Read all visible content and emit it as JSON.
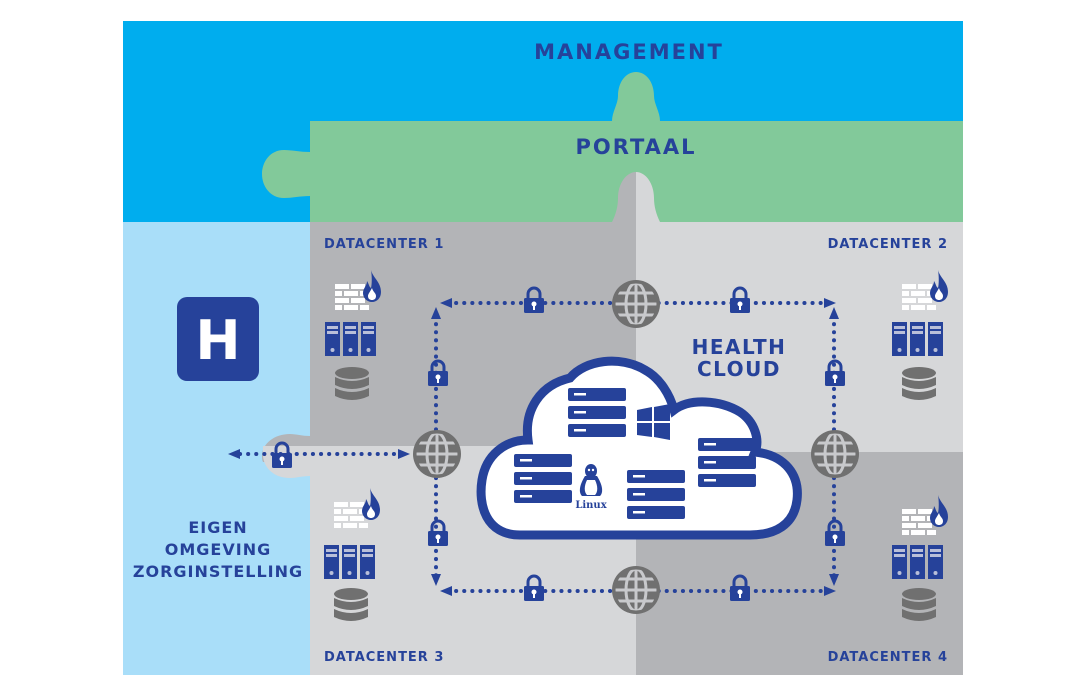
{
  "colors": {
    "management": "#00adee",
    "portaal": "#82c99a",
    "eigen": "#a9def9",
    "dark_gray": "#b3b4b7",
    "light_gray": "#d6d7d9",
    "navy": "#26429a",
    "icon_gray": "#707070",
    "white": "#ffffff"
  },
  "layers": {
    "management": "MANAGEMENT",
    "portaal": "PORTAAL"
  },
  "eigen_omgeving": {
    "icon": "hospital-h-icon",
    "icon_letter": "H",
    "lines": [
      "EIGEN",
      "OMGEVING",
      "ZORGINSTELLING"
    ]
  },
  "datacenters": [
    {
      "label": "DATACENTER 1",
      "icons": [
        "firewall-icon",
        "server-tower-icon",
        "database-icon"
      ]
    },
    {
      "label": "DATACENTER 2",
      "icons": [
        "firewall-icon",
        "server-tower-icon",
        "database-icon"
      ]
    },
    {
      "label": "DATACENTER 3",
      "icons": [
        "firewall-icon",
        "server-tower-icon",
        "database-icon"
      ]
    },
    {
      "label": "DATACENTER 4",
      "icons": [
        "firewall-icon",
        "server-tower-icon",
        "database-icon"
      ]
    }
  ],
  "health_cloud": {
    "lines": [
      "HEALTH",
      "CLOUD"
    ],
    "os": [
      {
        "name": "windows",
        "icon": "windows-logo-icon"
      },
      {
        "name": "linux",
        "icon": "linux-tux-icon",
        "text": "Linux"
      }
    ],
    "server_stacks": 4
  },
  "network": {
    "globe_icon": "globe-icon",
    "lock_icon": "padlock-icon",
    "connections": [
      "top",
      "left",
      "right",
      "bottom",
      "external"
    ]
  }
}
